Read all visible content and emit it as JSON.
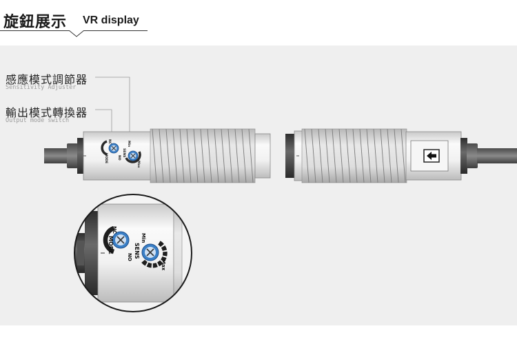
{
  "header": {
    "title_zh": "旋鈕展示",
    "title_en": "VR display"
  },
  "labels": {
    "sensitivity": {
      "zh": "感應模式調節器",
      "en": "Sensitivity Adjuster"
    },
    "output": {
      "zh": "輸出模式轉換器",
      "en": "Output mode switch"
    }
  },
  "knobs": {
    "min": "Min",
    "max": "Max",
    "sens": "SENS",
    "mode": "MODE",
    "nc": "NC",
    "no": "NO"
  },
  "colors": {
    "panel": "#efefef",
    "knob_blue": "#3a7fc6",
    "body_dark": "#3c3c3c"
  },
  "icons": {
    "indicator": "left-arrow-icon"
  }
}
